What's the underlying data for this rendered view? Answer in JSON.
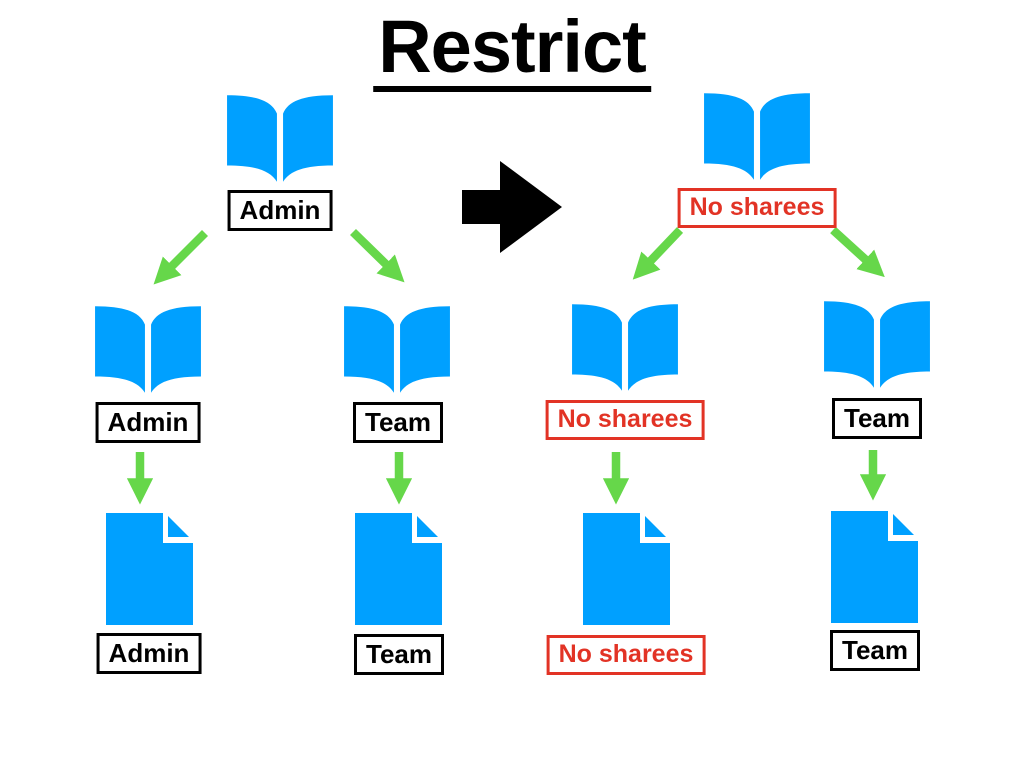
{
  "title": "Restrict",
  "colors": {
    "icon_blue": "#00A0FF",
    "arrow_green": "#66D74A",
    "restricted_red": "#E23325",
    "black": "#000000"
  },
  "trees": [
    {
      "root_label": "Admin",
      "children": [
        {
          "notebook_label": "Admin",
          "document_label": "Admin"
        },
        {
          "notebook_label": "Team",
          "document_label": "Team"
        }
      ]
    },
    {
      "root_label": "No sharees",
      "children": [
        {
          "notebook_label": "No sharees",
          "document_label": "No sharees"
        },
        {
          "notebook_label": "Team",
          "document_label": "Team"
        }
      ]
    }
  ]
}
